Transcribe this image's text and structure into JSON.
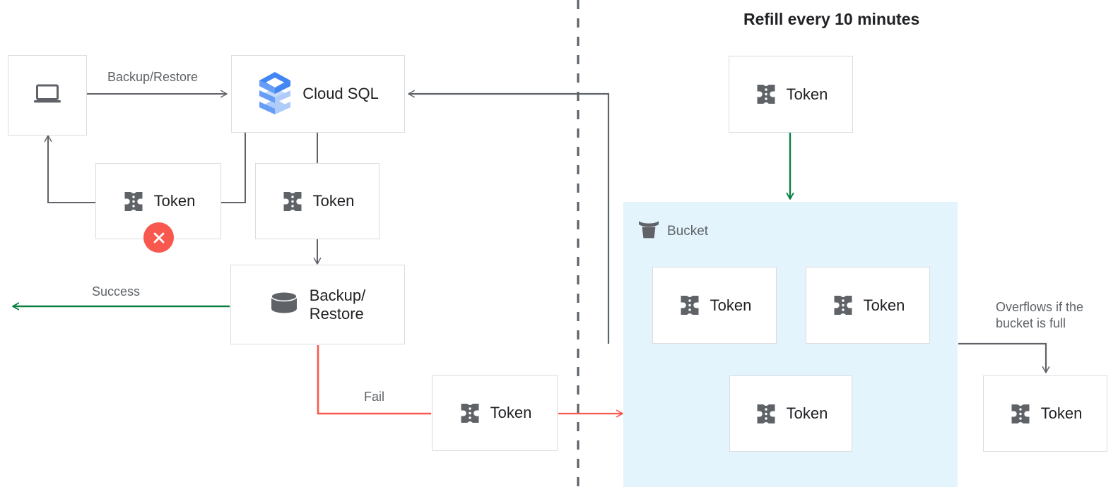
{
  "diagram": {
    "title": "Refill every 10 minutes",
    "colors": {
      "bucket_fill": "#e3f4fd",
      "node_border": "#dadce0",
      "arrow_gray": "#5f6368",
      "arrow_green": "#0b8043",
      "arrow_red": "#f8584e",
      "error_badge": "#f8584e",
      "text_primary": "#202124",
      "text_secondary": "#5f6368",
      "cloudsql_blue": "#4285f4",
      "token_icon_gray": "#5f6368"
    },
    "nodes": [
      {
        "id": "client",
        "label": "",
        "icon": "laptop-icon"
      },
      {
        "id": "cloud-sql",
        "label": "Cloud SQL",
        "icon": "cloud-sql-icon"
      },
      {
        "id": "token-failed",
        "label": "Token",
        "icon": "token-icon",
        "badge": "error-x-badge"
      },
      {
        "id": "token-request",
        "label": "Token",
        "icon": "token-icon"
      },
      {
        "id": "backup-restore",
        "label": "Backup/\nRestore",
        "icon": "database-icon"
      },
      {
        "id": "token-fail",
        "label": "Token",
        "icon": "token-icon"
      },
      {
        "id": "token-refill",
        "label": "Token",
        "icon": "token-icon"
      },
      {
        "id": "token-bucket-1",
        "label": "Token",
        "icon": "token-icon"
      },
      {
        "id": "token-bucket-2",
        "label": "Token",
        "icon": "token-icon"
      },
      {
        "id": "token-bucket-3",
        "label": "Token",
        "icon": "token-icon"
      },
      {
        "id": "token-overflow",
        "label": "Token",
        "icon": "token-icon"
      }
    ],
    "bucket": {
      "label": "Bucket",
      "icon": "bucket-icon"
    },
    "edge_labels": {
      "backup_restore": "Backup/Restore",
      "success": "Success",
      "fail": "Fail",
      "overflow": "Overflows if the\nbucket is full"
    }
  }
}
